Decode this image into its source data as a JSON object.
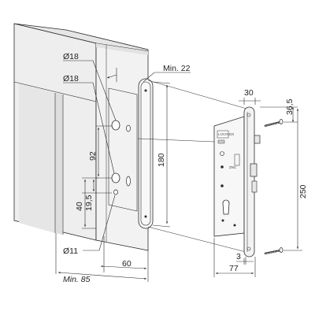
{
  "labels": {
    "hole_diameter_top": "Ø18",
    "hole_diameter_mid": "Ø18",
    "hole_diameter_bottom": "Ø11",
    "min_depth": "Min. 22",
    "min_width": "Min. 85",
    "cutout_height": "180",
    "hole_spacing": "92",
    "lower_offset": "40",
    "lower_small_offset": "19,5",
    "width_60": "60",
    "lock_width_top": "30",
    "lock_top_offset": "36,5",
    "lock_height": "250",
    "lock_faceplate_thickness": "3",
    "lock_depth": "77",
    "lock_body_marking": "LOCINOX",
    "lock_body_model": "ZNC",
    "lock_body_serial": "|||||||"
  },
  "colors": {
    "line": "#2a2a2a",
    "post_front": "#efefef",
    "post_top": "#e3e3e3",
    "post_side": "#d5d5d5",
    "faceplate": "#f4f4f4",
    "lock_body": "#f7f7f7"
  }
}
